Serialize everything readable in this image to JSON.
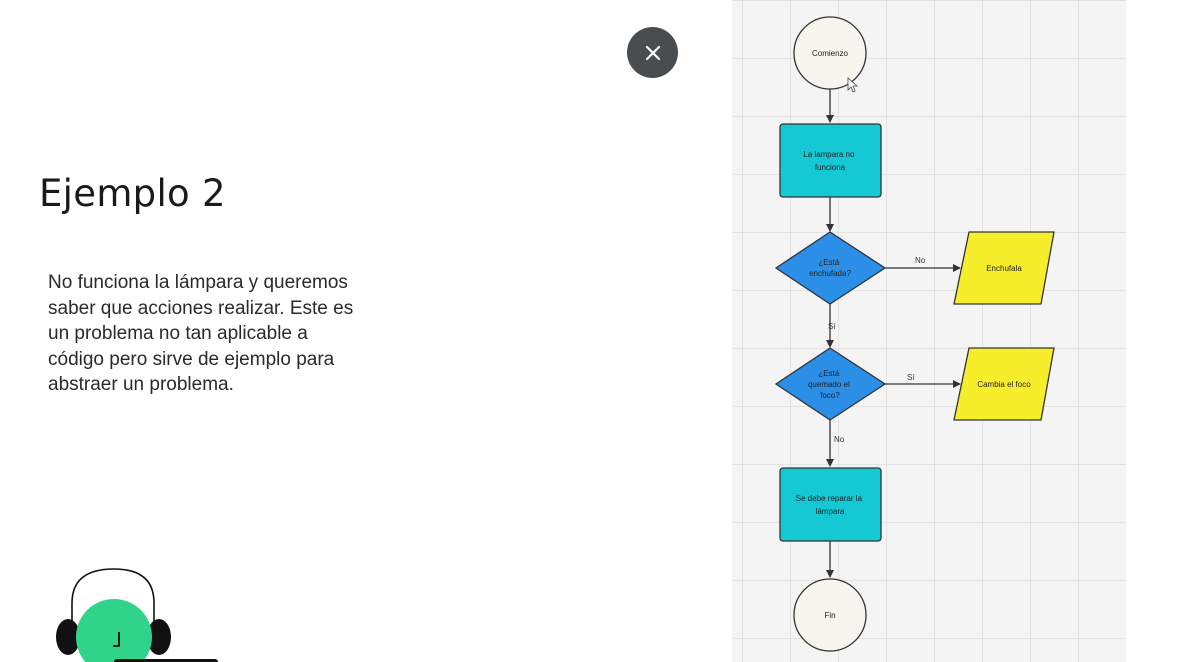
{
  "slide": {
    "title": "Ejemplo 2",
    "body": "No funciona la lámpara y queremos saber que acciones realizar. Este es un problema no tan aplicable a código pero sirve de ejemplo para abstraer un problema."
  },
  "close_button": {
    "icon": "close-icon",
    "color": "#4a4d50"
  },
  "flowchart": {
    "nodes": {
      "start": {
        "shape": "circle",
        "label": "Comienzo"
      },
      "problem": {
        "shape": "process",
        "label": [
          "La lampara no",
          "funciona"
        ]
      },
      "plugged": {
        "shape": "decision",
        "label": [
          "¿Está",
          "enchufada?"
        ]
      },
      "plug_it": {
        "shape": "io",
        "label": "Enchufala"
      },
      "burnt": {
        "shape": "decision",
        "label": [
          "¿Está",
          "quemado el",
          "foco?"
        ]
      },
      "change_bulb": {
        "shape": "io",
        "label": "Cambia el foco"
      },
      "repair": {
        "shape": "process",
        "label": [
          "Se debe reparar la",
          "lámpara"
        ]
      },
      "end": {
        "shape": "circle",
        "label": "Fin"
      }
    },
    "edges": [
      {
        "from": "start",
        "to": "problem",
        "label": ""
      },
      {
        "from": "problem",
        "to": "plugged",
        "label": ""
      },
      {
        "from": "plugged",
        "to": "plug_it",
        "label": "No"
      },
      {
        "from": "plugged",
        "to": "burnt",
        "label": "Sí"
      },
      {
        "from": "burnt",
        "to": "change_bulb",
        "label": "Sí"
      },
      {
        "from": "burnt",
        "to": "repair",
        "label": "No"
      },
      {
        "from": "repair",
        "to": "end",
        "label": ""
      }
    ],
    "colors": {
      "terminal": "#f7f5ee",
      "process": "#14c8d4",
      "decision": "#2b8fe8",
      "io": "#f6ee2a"
    }
  },
  "logo": {
    "icon": "headphones-logo-icon",
    "color": "#2fd38a"
  }
}
